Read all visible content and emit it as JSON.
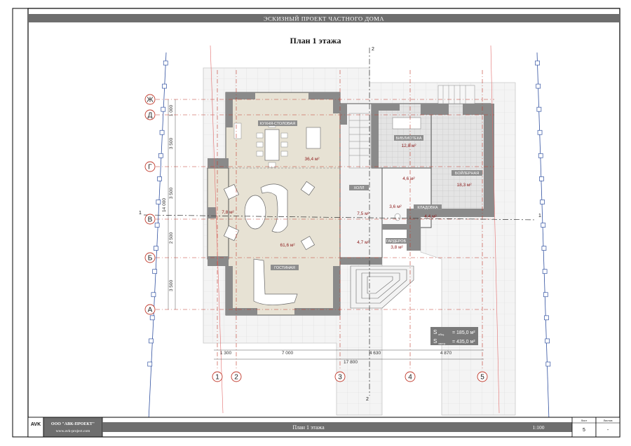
{
  "sheet": {
    "header_title": "ЭСКИЗНЫЙ ПРОЕКТ ЧАСТНОГО ДОМА",
    "plan_title": "План 1 этажа",
    "scale": "1:100"
  },
  "title_block": {
    "logo_text": "AVK",
    "company": "ООО \"АВК-ПРОЕКТ\"",
    "website": "www.avk-project.com",
    "drawing_name": "План 1 этажа",
    "sheet_label": "Лист",
    "sheets_label": "Листов",
    "sheet_number": "5",
    "sheets_total": "-"
  },
  "grid": {
    "rows": [
      "Ж",
      "Д",
      "Г",
      "В",
      "Б",
      "А"
    ],
    "cols": [
      "1",
      "2",
      "3",
      "4",
      "5"
    ],
    "row_dims": [
      "1 000",
      "3 500",
      "3 500",
      "2 500",
      "3 500"
    ],
    "row_total": "14 000",
    "col_dims": [
      "1 300",
      "7 000",
      "4 630",
      "4 870"
    ],
    "col_total": "17 800",
    "section_marks": [
      "1",
      "1",
      "2",
      "2"
    ]
  },
  "rooms": [
    {
      "name": "КУХНЯ-СТОЛОВАЯ",
      "area": "36,4 м²"
    },
    {
      "name": "БИБЛИОТЕКА",
      "area": "12,8 м²"
    },
    {
      "name": "БОЙЛЕРНАЯ",
      "area": "18,3 м²"
    },
    {
      "name": "ХОЛЛ",
      "area": "7,5 м²"
    },
    {
      "name": "КЛАДОВКА",
      "area": "4,4 м²"
    },
    {
      "name": "ГАРДЕРОБ",
      "area": "3,8 м²"
    },
    {
      "name": "ГОСТИНАЯ",
      "area": "61,6 м²"
    }
  ],
  "small_areas": [
    "4,6 м²",
    "3,6 м²",
    "7,8 м²",
    "4,7 м²"
  ],
  "totals": {
    "line1_label": "S",
    "line1_sub": "общ.",
    "line1_value": "= 185,0 м²",
    "line2_label": "S",
    "line2_sub": "застр.",
    "line2_value": "= 435,0 м²"
  },
  "colors": {
    "wall": "#8a8a8a",
    "floor_living": "#e7e2d4",
    "tile": "#d6d6d6",
    "grid_red": "#c0392b",
    "axis_blue": "#3050a0",
    "bar_dark": "#6e6e6e"
  }
}
